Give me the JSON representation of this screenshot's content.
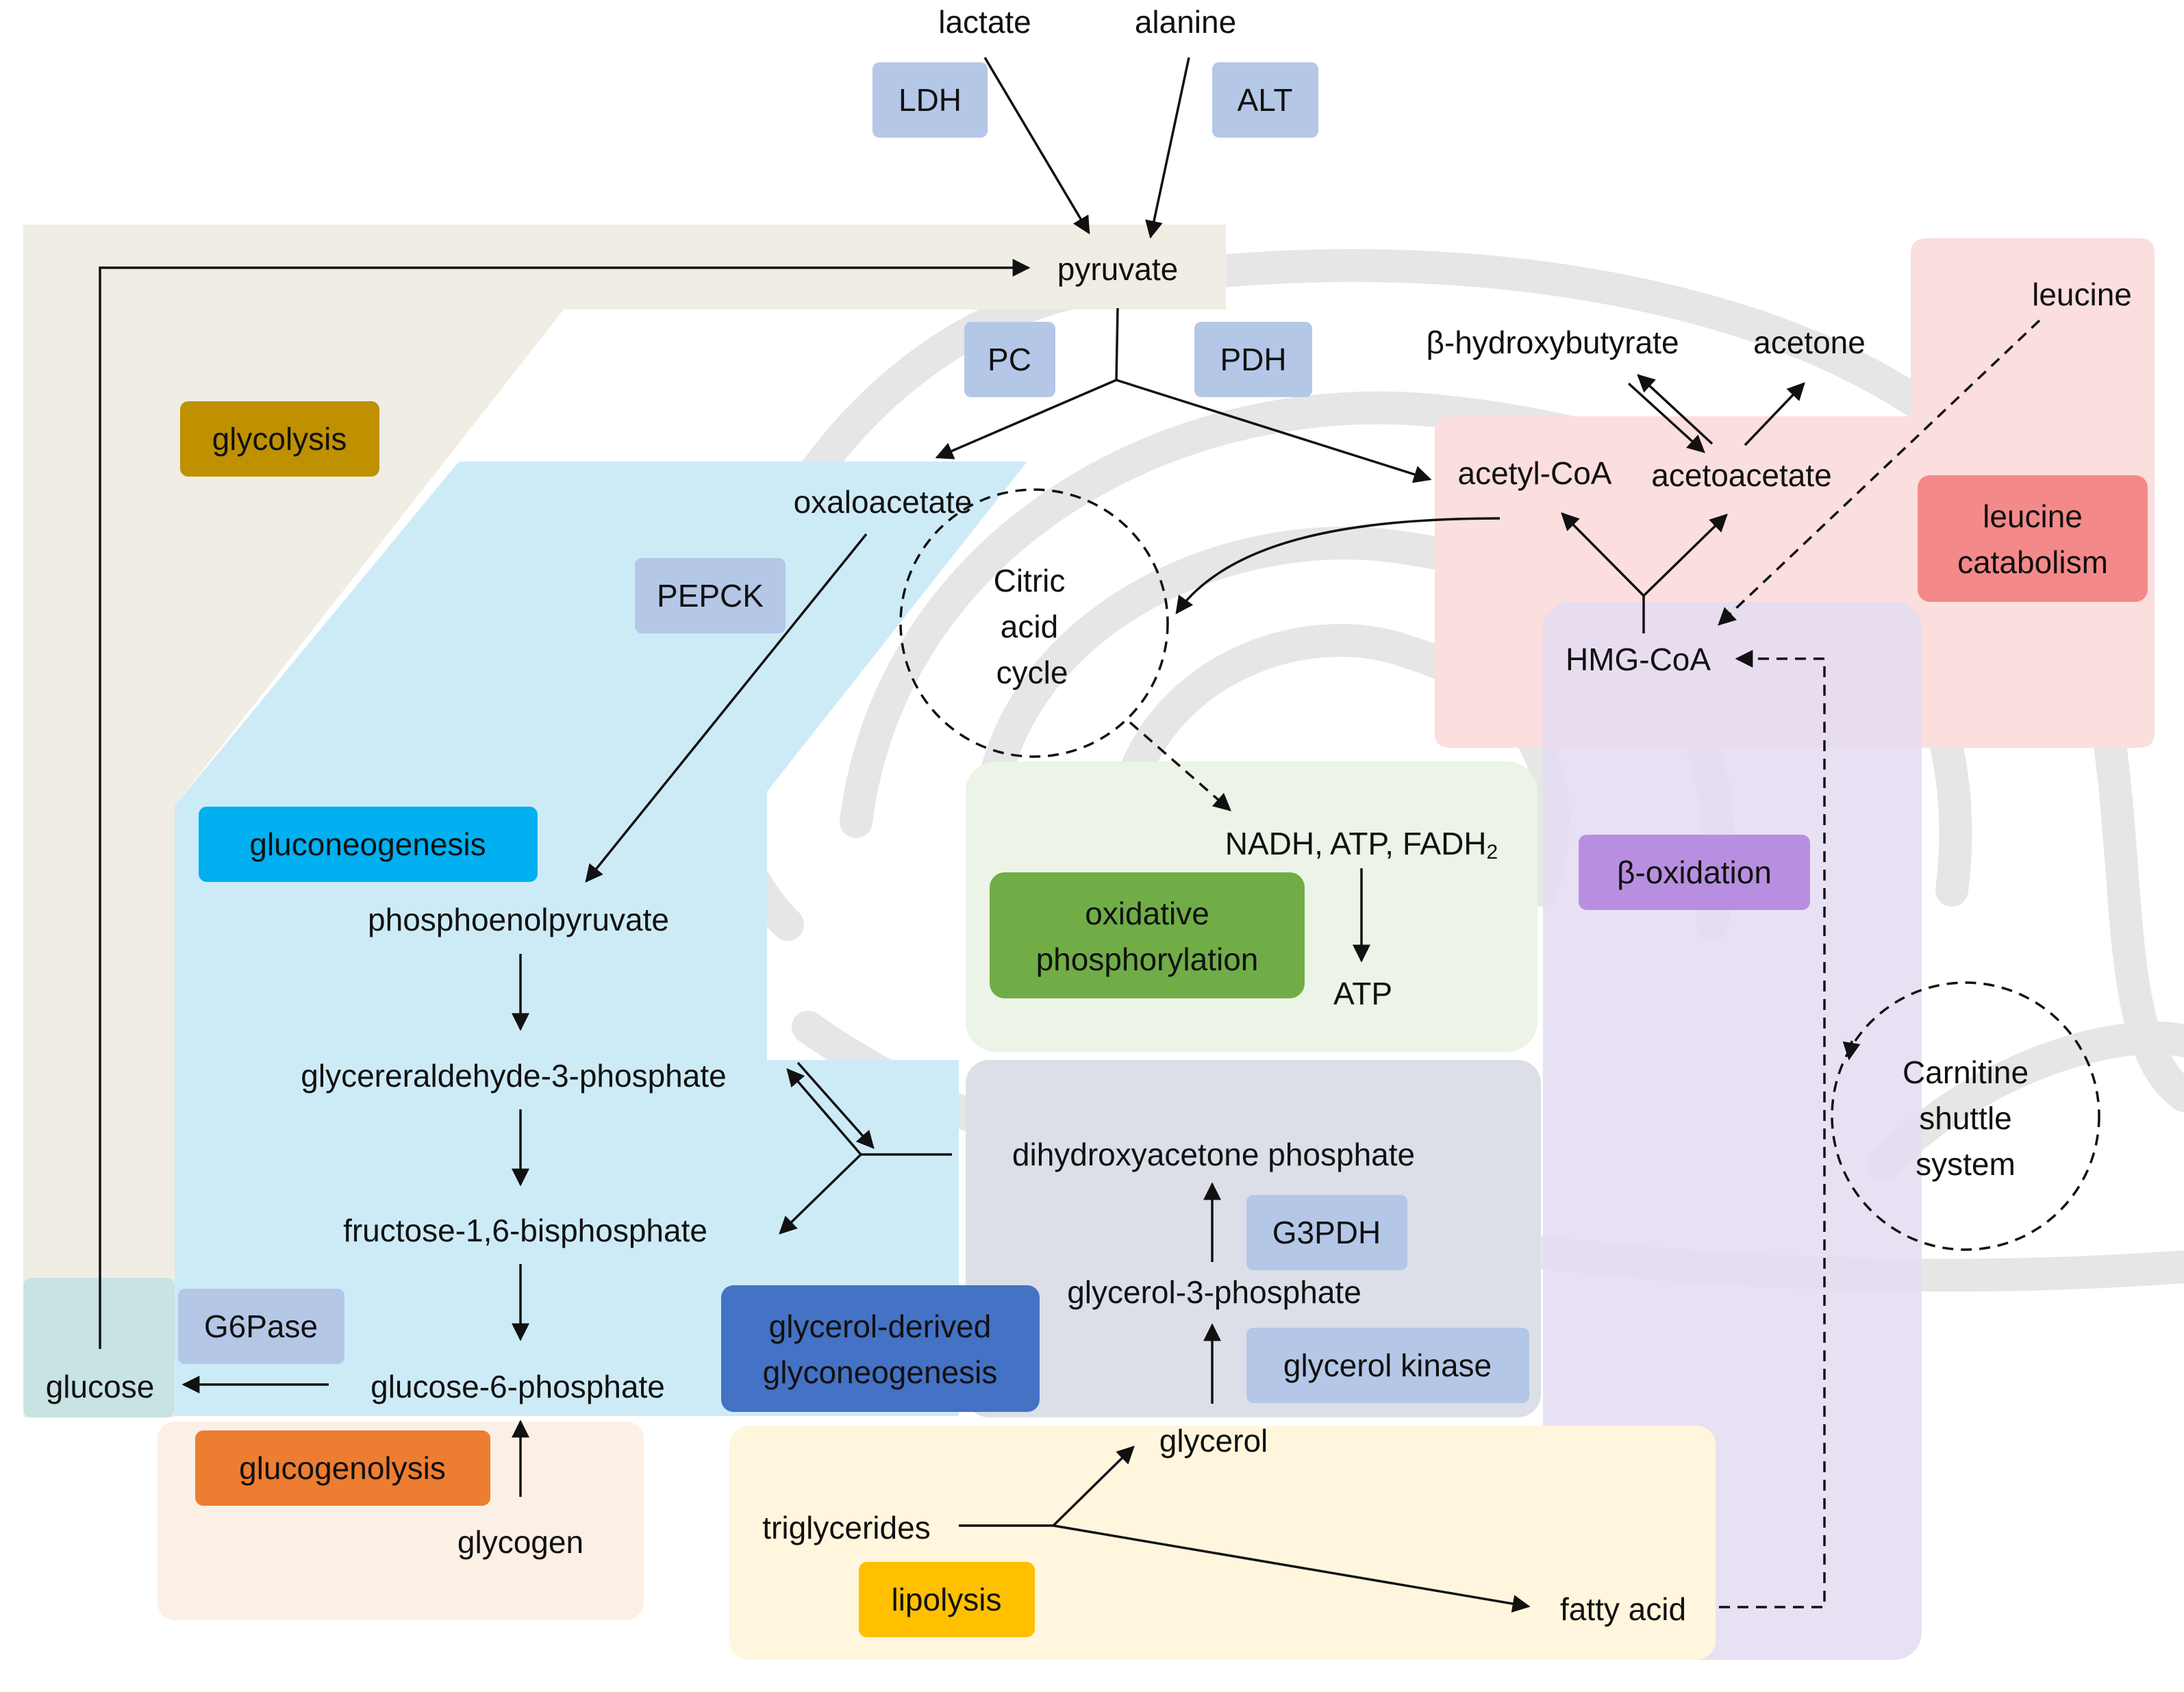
{
  "metabolites": {
    "lactate": "lactate",
    "alanine": "alanine",
    "pyruvate": "pyruvate",
    "oxaloacetate": "oxaloacetate",
    "acetyl_coa": "acetyl-CoA",
    "acetoacetate": "acetoacetate",
    "beta_hydroxybutyrate": "β-hydroxybutyrate",
    "acetone": "acetone",
    "leucine": "leucine",
    "hmg_coa": "HMG-CoA",
    "pep": "phosphoenolpyruvate",
    "g3p_ald": "glycereraldehyde-3-phosphate",
    "f16bp": "fructose-1,6-bisphosphate",
    "g6p": "glucose-6-phosphate",
    "glucose": "glucose",
    "glycogen": "glycogen",
    "dhap": "dihydroxyacetone phosphate",
    "glycerol_3p": "glycerol-3-phosphate",
    "glycerol": "glycerol",
    "triglycerides": "triglycerides",
    "fatty_acid": "fatty acid",
    "nadh_line_main": "NADH, ATP, FADH",
    "nadh_line_sub": "2",
    "atp": "ATP"
  },
  "enzymes": {
    "ldh": "LDH",
    "alt": "ALT",
    "pc": "PC",
    "pdh": "PDH",
    "pepck": "PEPCK",
    "g6pase": "G6Pase",
    "g3pdh": "G3PDH",
    "glycerol_kinase": "glycerol kinase"
  },
  "pathways": {
    "glycolysis": "glycolysis",
    "gluconeogenesis": "gluconeogenesis",
    "oxphos_line1": "oxidative",
    "oxphos_line2": "phosphorylation",
    "leucine_line1": "leucine",
    "leucine_line2": "catabolism",
    "beta_oxidation": "β-oxidation",
    "glycogenolysis": "glucogenolysis",
    "lipolysis": "lipolysis",
    "glycerol_derived_line1": "glycerol-derived",
    "glycerol_derived_line2": "glyconeogenesis"
  },
  "cycles": {
    "citric_line1": "Citric",
    "citric_line2": "acid",
    "citric_line3": "cycle",
    "carnitine_line1": "Carnitine",
    "carnitine_line2": "shuttle",
    "carnitine_line3": "system"
  },
  "colors": {
    "glycolysis_region": "#efede4",
    "gluconeogenesis_region": "#cdebf7",
    "oxphos_region": "#ebf4e6",
    "leucine_region": "#fbdede",
    "beta_oxidation_region": "#e4dcf2",
    "glycerol_region": "#dcdfe8",
    "glycogenolysis_region": "#fbefe6",
    "lipolysis_region": "#fff6dd",
    "enzyme_box": "#b4c7e7",
    "glycolysis_label": "#bf9000",
    "gluconeogenesis_label": "#00b0f0",
    "oxphos_label": "#70ad47",
    "leucine_label": "#f4898a",
    "beta_oxidation_label": "#b88fe0",
    "glycerol_label": "#4472c4",
    "glycogenolysis_label": "#ed7d31",
    "lipolysis_label": "#ffc000"
  }
}
